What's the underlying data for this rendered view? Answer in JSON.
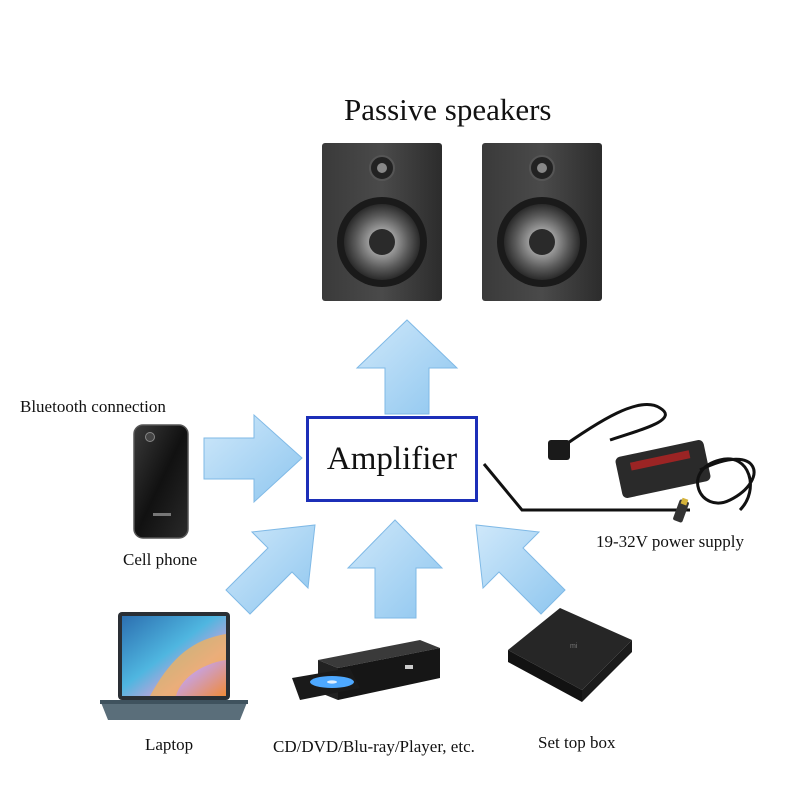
{
  "title": "Passive speakers",
  "amplifier": {
    "label": "Amplifier"
  },
  "sources": {
    "bluetooth": "Bluetooth connection",
    "phone": "Cell phone",
    "laptop": "Laptop",
    "disc_player": "CD/DVD/Blu-ray/Player, etc.",
    "set_top_box": "Set top box"
  },
  "power": {
    "label": "19-32V power supply"
  },
  "colors": {
    "arrow_fill": "#a8d4f2",
    "arrow_edge": "#7fb9e6",
    "amp_border": "#1c2fb8",
    "device_dark": "#1e1e1e"
  }
}
